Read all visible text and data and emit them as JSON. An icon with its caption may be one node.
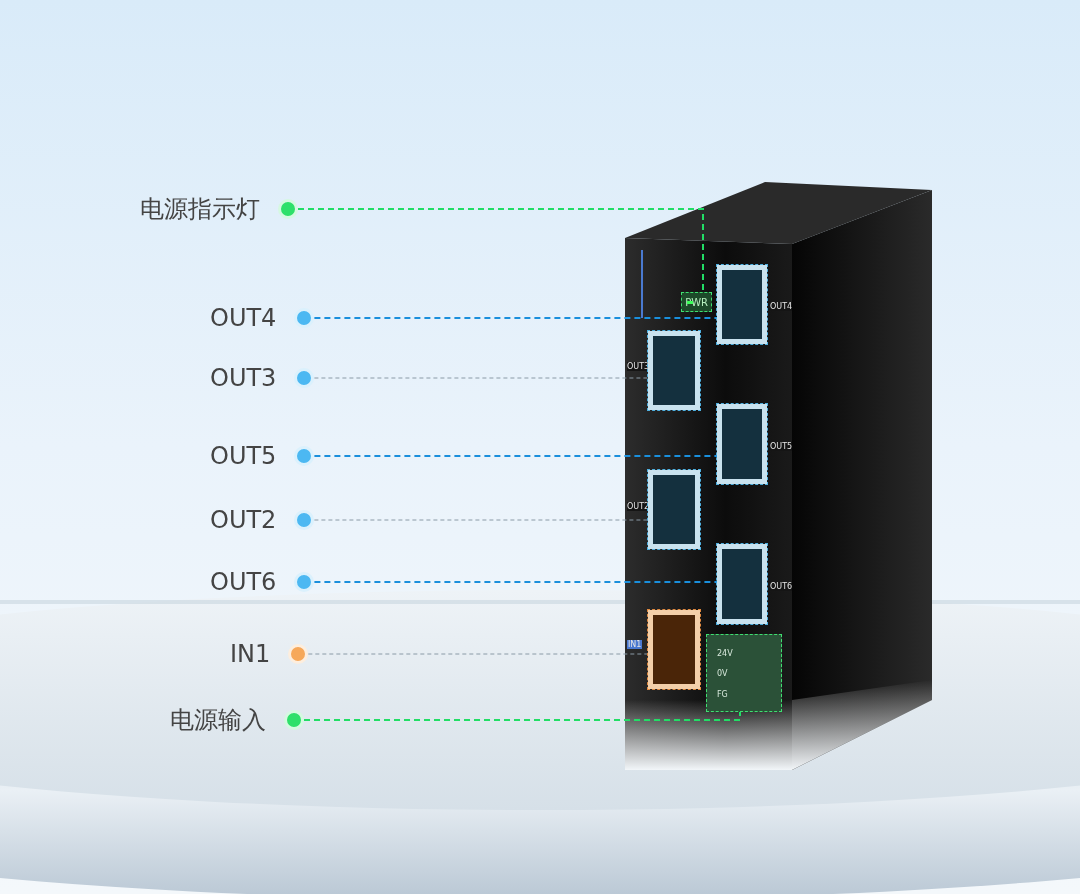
{
  "diagram": {
    "nodes": [
      {
        "text": [
          "电源指示灯"
        ]
      },
      {
        "text": [
          "OUT4"
        ]
      },
      {
        "text": [
          "OUT3"
        ]
      },
      {
        "text": [
          "OUT5"
        ]
      },
      {
        "text": [
          "OUT2"
        ]
      },
      {
        "text": [
          "OUT6"
        ]
      },
      {
        "text": [
          "IN1"
        ]
      },
      {
        "text": [
          "电源输入"
        ]
      },
      {
        "text": [
          "PWR"
        ]
      },
      {
        "text": [],
        "shape": "box",
        "beside": [
          "OUT4"
        ]
      },
      {
        "text": [],
        "shape": "box",
        "beside": [
          "OUT3"
        ]
      },
      {
        "text": [],
        "shape": "box",
        "beside": [
          "OUT5"
        ]
      },
      {
        "text": [],
        "shape": "box",
        "beside": [
          "OUT2"
        ]
      },
      {
        "text": [],
        "shape": "box",
        "beside": [
          "OUT6"
        ]
      },
      {
        "text": [],
        "shape": "box",
        "beside": [
          "IN1"
        ]
      },
      {
        "text": [
          "24V",
          "0V",
          "FG"
        ]
      }
    ],
    "edges": [
      {
        "from": 0,
        "to": 8,
        "arrow": "none",
        "style": "dashed",
        "color": "#22dd66"
      },
      {
        "from": 1,
        "to": 9,
        "arrow": "none",
        "style": "dashed",
        "color": "#1a8fdc"
      },
      {
        "from": 2,
        "to": 10,
        "arrow": "none",
        "style": "dashed",
        "color": "#8a9aa6"
      },
      {
        "from": 3,
        "to": 11,
        "arrow": "none",
        "style": "dashed",
        "color": "#1a8fdc"
      },
      {
        "from": 4,
        "to": 12,
        "arrow": "none",
        "style": "dashed",
        "color": "#8a9aa6"
      },
      {
        "from": 5,
        "to": 13,
        "arrow": "none",
        "style": "dashed",
        "color": "#1a8fdc"
      },
      {
        "from": 6,
        "to": 14,
        "arrow": "none",
        "style": "dashed",
        "color": "#8a9aa6"
      },
      {
        "from": 7,
        "to": 15,
        "arrow": "none",
        "style": "dashed",
        "color": "#22dd66"
      }
    ],
    "labels": []
  }
}
